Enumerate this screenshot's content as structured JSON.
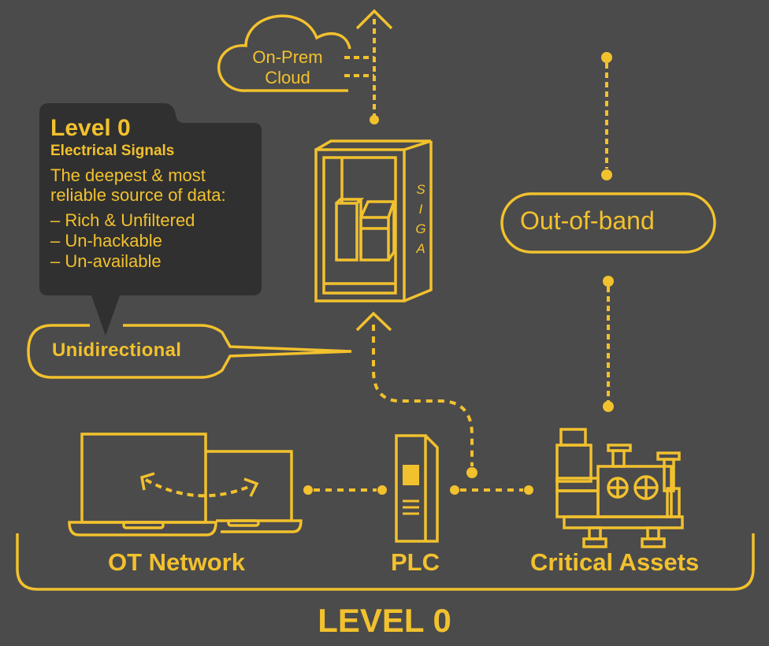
{
  "theme": {
    "background": "#4b4b4b",
    "accent": "#f2c12e",
    "card": "#303030"
  },
  "cloud": {
    "line1": "On-Prem",
    "line2": "Cloud"
  },
  "info_card": {
    "title": "Level 0",
    "subtitle": "Electrical Signals",
    "description_line1": "The deepest & most",
    "description_line2": "reliable source of data:",
    "bullets": [
      "– Rich & Unfiltered",
      "– Un-hackable",
      "– Un-available"
    ]
  },
  "callouts": {
    "unidirectional": "Unidirectional",
    "out_of_band": "Out-of-band"
  },
  "siga_device": {
    "letters": [
      "S",
      "I",
      "G",
      "A"
    ]
  },
  "bottom_row": {
    "ot_network": "OT Network",
    "plc": "PLC",
    "critical_assets": "Critical Assets"
  },
  "footer": {
    "level_label": "LEVEL 0"
  }
}
